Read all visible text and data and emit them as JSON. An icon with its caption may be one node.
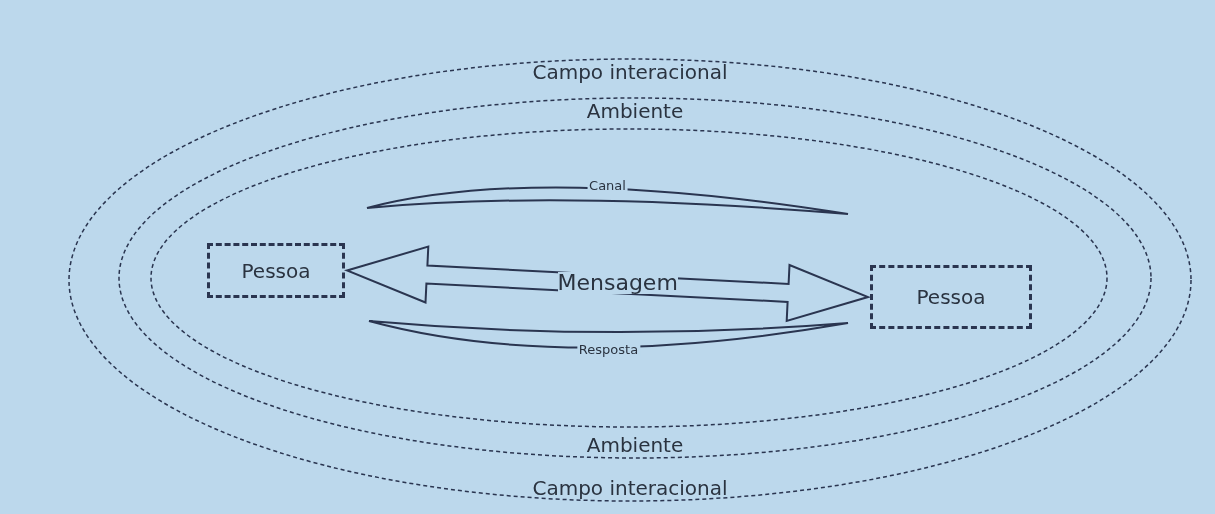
{
  "diagram": {
    "nodes": [
      {
        "text": [
          "Campo interacional",
          "Campo interacional"
        ]
      },
      {
        "text": [
          "Ambiente",
          "Ambiente"
        ],
        "in": 0
      },
      {
        "text": [],
        "shape": "ellipse",
        "in": 1
      },
      {
        "text": [
          "Canal"
        ],
        "in": 2
      },
      {
        "text": [
          "Pessoa"
        ],
        "in": 2
      },
      {
        "text": [
          "Pessoa"
        ],
        "in": 2
      },
      {
        "text": [
          "Resposta"
        ],
        "in": 2
      }
    ],
    "edges": [
      {
        "from": 4,
        "to": 5,
        "arrow": "both",
        "label": "Mensagem"
      }
    ]
  }
}
